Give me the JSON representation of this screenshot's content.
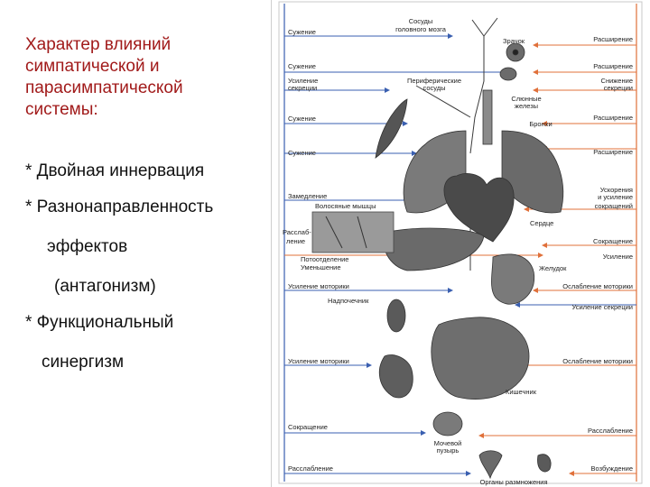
{
  "left": {
    "title_lines": [
      "Характер влияний",
      "симпатической и",
      "парасимпатической",
      "системы:"
    ],
    "bullets": [
      "* Двойная иннервация",
      "* Разнонаправленность",
      "эффектов",
      "(антагонизм)",
      "* Функциональный",
      "синергизм"
    ]
  },
  "diagram": {
    "colors": {
      "sympathetic": "#e0703a",
      "parasympathetic": "#3a5fb0",
      "organ": "#5a5a5a",
      "nerve": "#3a3a3a"
    },
    "top_labels": [
      "Сосуды",
      "головного мозга"
    ],
    "left_labels": [
      "Сужение",
      "Сужение",
      "Усиление",
      "секреции",
      "Сужение",
      "Сужение",
      "Замедление",
      "Волосяные мышцы",
      "Расслаб-",
      "ление",
      "Потоотделение",
      "Уменьшение",
      "Усиление моторики",
      "Надпочечник",
      "Усиление моторики",
      "Сокращение",
      "Расслабление"
    ],
    "right_labels": [
      "Зрачок",
      "Расширение",
      "Расширение",
      "Снижение",
      "секреции",
      "Расширение",
      "Расширение",
      "Ускорения",
      "и усиление",
      "сокращений",
      "Сокращение",
      "Усиление",
      "Ослабление моторики",
      "Усиление секреции",
      "Ослабление моторики",
      "Расслабление",
      "Возбуждение"
    ],
    "center_labels": [
      "Периферические",
      "сосуды",
      "Слюнные",
      "железы",
      "Бронхи",
      "Сердце",
      "Желудок",
      "Кишечник",
      "Мочевой",
      "пузырь",
      "Органы размножения"
    ]
  }
}
